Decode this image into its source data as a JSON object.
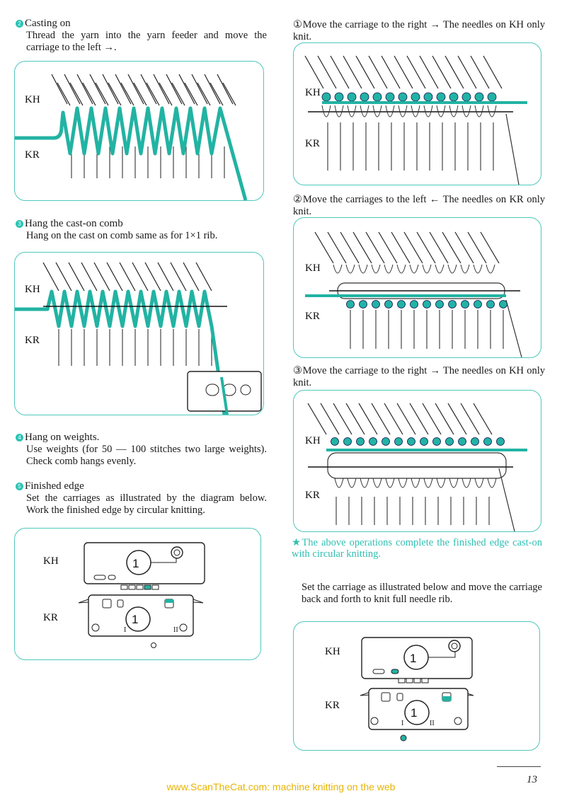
{
  "colors": {
    "accent": "#2fbfb2",
    "yarn": "#22b3a3",
    "footer": "#e8b400"
  },
  "left": {
    "step2": {
      "bullet": "2",
      "title": "Casting on",
      "body": "Thread the yarn into the yarn feeder and move the carriage to the left →."
    },
    "step3": {
      "bullet": "3",
      "title": "Hang the cast-on comb",
      "body": "Hang on the cast on comb same as for 1×1 rib."
    },
    "step4": {
      "bullet": "4",
      "title": "Hang on weights.",
      "body": "Use weights (for 50 — 100 stitches two large weights). Check comb hangs evenly."
    },
    "step5": {
      "bullet": "5",
      "title": "Finished edge",
      "body": "Set the carriages as illustrated by the diagram below. Work the finished edge by circular knitting."
    }
  },
  "right": {
    "sub1": {
      "marker": "①",
      "text": "Move the carriage to the right → The needles on KH only knit."
    },
    "sub2": {
      "marker": "②",
      "text": "Move the carriages to the left ← The needles on KR only knit."
    },
    "sub3": {
      "marker": "③",
      "text": "Move the carriage to the right → The needles on KH only knit."
    },
    "note": "★The above operations complete the finished edge cast-on with circular knitting.",
    "final": "Set the carriage as illustrated below and move the carriage back and forth to knit full needle rib."
  },
  "labels": {
    "kh": "KH",
    "kr": "KR",
    "dial": "1",
    "roman1": "I",
    "roman2": "II"
  },
  "page_number": "13",
  "footer": "www.ScanTheCat.com: machine knitting on the web"
}
